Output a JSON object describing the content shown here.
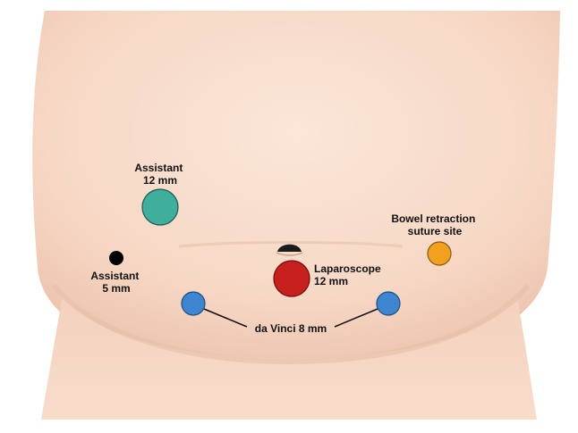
{
  "labels": {
    "assistant_12": [
      "Assistant",
      "12 mm"
    ],
    "assistant_5": [
      "Assistant",
      "5 mm"
    ],
    "laparoscope": [
      "Laparoscope",
      "12 mm"
    ],
    "bowel": [
      "Bowel retraction",
      "suture site"
    ],
    "davinci": "da Vinci 8 mm"
  },
  "colors": {
    "background": "#ffffff",
    "skin": "#f8dccb",
    "skin_shadow": "#e9c2ad",
    "assistant_12": "#3fae9c",
    "assistant_5": "#000000",
    "laparoscope": "#c8201e",
    "bowel": "#f2a11f",
    "davinci": "#3d86cf"
  }
}
